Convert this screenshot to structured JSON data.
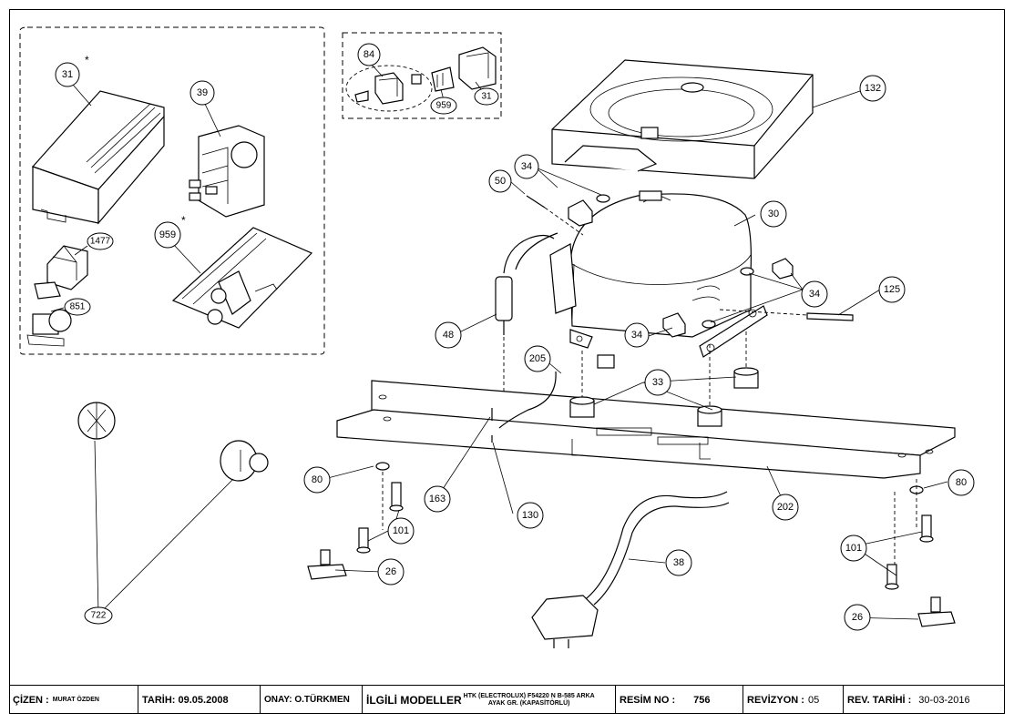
{
  "callouts": {
    "c31a": "31",
    "c39": "39",
    "c959a": "959",
    "c1477": "1477",
    "c851": "851",
    "c84": "84",
    "c959b": "959",
    "c31b": "31",
    "c132": "132",
    "c34a": "34",
    "c50": "50",
    "c30": "30",
    "c34b": "34",
    "c125": "125",
    "c34c": "34",
    "c48": "48",
    "c205": "205",
    "c33": "33",
    "c80a": "80",
    "c163": "163",
    "c130": "130",
    "c202": "202",
    "c80b": "80",
    "c101a": "101",
    "c101b": "101",
    "c26a": "26",
    "c38": "38",
    "c26b": "26",
    "c722": "722",
    "star1": "*",
    "star2": "*"
  },
  "title_block": {
    "drawn_label": "ÇİZEN :",
    "drawn_value": "MURAT ÖZDEN",
    "date_label": "TARİH: 09.05.2008",
    "approve_label": "ONAY: O.TÜRKMEN",
    "models_label": "İLGİLİ MODELLER",
    "models_line1": "HTK (ELECTROLUX) F54220 N B-585 ARKA",
    "models_line2": "AYAK GR. (KAPASİTÖRLÜ)",
    "drawing_no_label": "RESİM NO :",
    "drawing_no_value": "756",
    "revision_label": "REVİZYON :",
    "revision_value": "05",
    "rev_date_label": "REV. TARİHİ :",
    "rev_date_value": "30-03-2016"
  }
}
